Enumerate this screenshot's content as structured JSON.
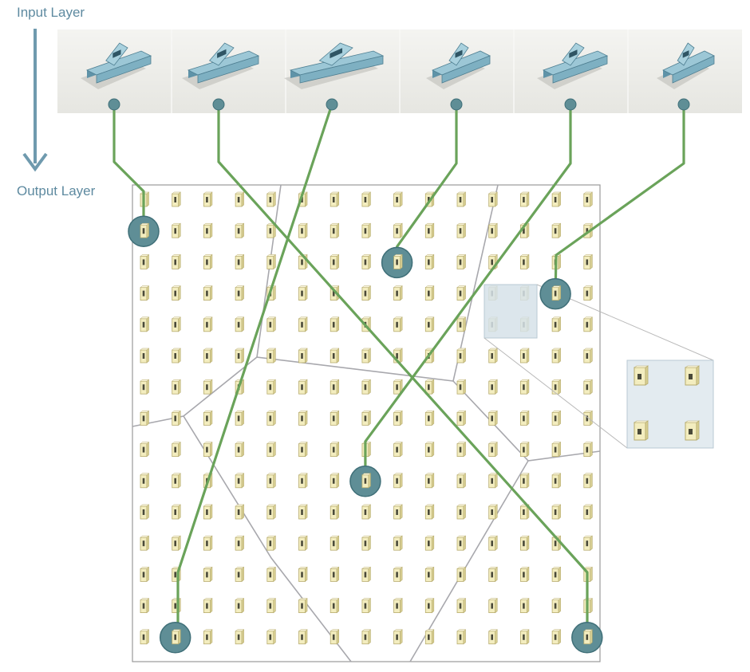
{
  "labels": {
    "input_layer": "Input Layer",
    "output_layer": "Output Layer"
  },
  "colors": {
    "label_blue": "#5e8aa0",
    "arrow_blue": "#6f9aae",
    "connection_green": "#6aa35a",
    "node_teal": "#5f8e96",
    "node_dark": "#3f6f78",
    "building_blue": "#8fbccb",
    "cell_icon": "#f3edbf",
    "cluster_line": "#a8a8ad",
    "input_band": "#ebebe6"
  },
  "diagram": {
    "input_count": 6,
    "grid_columns": 15,
    "grid_rows": 15,
    "connections": [
      {
        "input": 1,
        "output_col": 1,
        "output_row": 2
      },
      {
        "input": 2,
        "output_col": 15,
        "output_row": 15
      },
      {
        "input": 3,
        "output_col": 2,
        "output_row": 15
      },
      {
        "input": 4,
        "output_col": 9,
        "output_row": 3
      },
      {
        "input": 5,
        "output_col": 8,
        "output_row": 10
      },
      {
        "input": 6,
        "output_col": 14,
        "output_row": 4
      }
    ],
    "zoom_highlight": {
      "from_col": 12,
      "to_col": 13,
      "from_row": 4,
      "to_row": 5
    }
  }
}
